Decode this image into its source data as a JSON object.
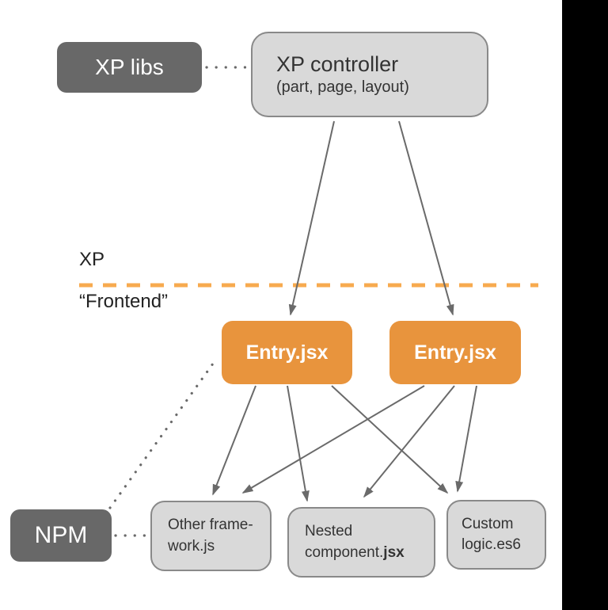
{
  "diagram": {
    "zones": {
      "top_label": "XP",
      "bottom_label": "“Frontend”"
    },
    "nodes": {
      "xp_libs": {
        "label": "XP libs"
      },
      "xp_controller": {
        "title": "XP controller",
        "subtitle": "(part, page, layout)"
      },
      "entry_left": {
        "label": "Entry.jsx"
      },
      "entry_right": {
        "label": "Entry.jsx"
      },
      "npm": {
        "label": "NPM"
      },
      "other_framework": {
        "line1": "Other frame-",
        "line2": "work.js"
      },
      "nested_component": {
        "line1": "Nested",
        "line2": "component.",
        "line2_bold": "jsx"
      },
      "custom_logic": {
        "line1": "Custom",
        "line2": "logic.es6"
      }
    },
    "edges": {
      "solid_arrows": [
        {
          "from": "xp_controller",
          "to": "entry_left"
        },
        {
          "from": "xp_controller",
          "to": "entry_right"
        },
        {
          "from": "entry_left",
          "to": "other_framework"
        },
        {
          "from": "entry_left",
          "to": "nested_component"
        },
        {
          "from": "entry_left",
          "to": "custom_logic"
        },
        {
          "from": "entry_right",
          "to": "other_framework"
        },
        {
          "from": "entry_right",
          "to": "nested_component"
        },
        {
          "from": "entry_right",
          "to": "custom_logic"
        }
      ],
      "dotted_links": [
        {
          "from": "xp_libs",
          "to": "xp_controller"
        },
        {
          "from": "npm",
          "to": "entry_left"
        },
        {
          "from": "npm",
          "to": "other_framework"
        }
      ],
      "divider": {
        "style": "dashed",
        "separates": [
          "XP",
          "Frontend"
        ]
      }
    },
    "colors": {
      "node_dark_gray": "#686868",
      "node_light_fill": "#d9d9d9",
      "node_light_border": "#898989",
      "node_orange": "#e8943d",
      "divider_orange": "#f7aa4f",
      "arrow_gray": "#6a6a6a",
      "text_dark": "#333333",
      "text_light": "#ffffff",
      "right_bar": "#000000"
    }
  }
}
